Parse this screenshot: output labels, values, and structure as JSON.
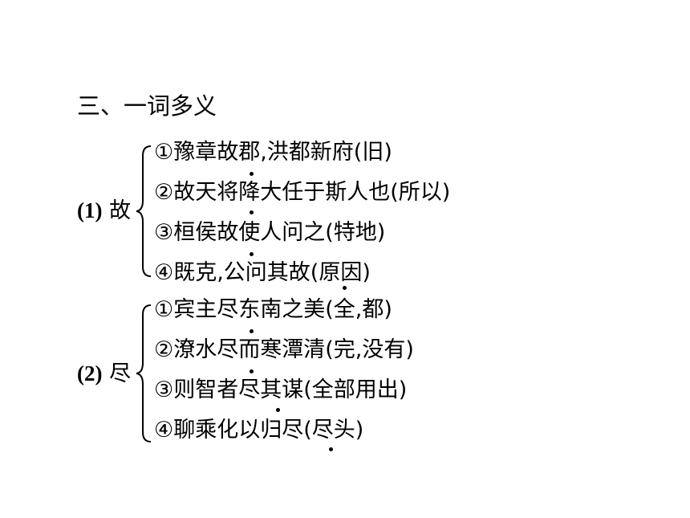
{
  "heading": "三、一词多义",
  "groups": [
    {
      "number": "(1)",
      "word": "故",
      "items": [
        "①豫章故郡,洪都新府(旧)",
        "②故天将降大任于斯人也(所以)",
        "③桓侯故使人问之(特地)",
        "④既克,公问其故(原因)"
      ]
    },
    {
      "number": "(2)",
      "word": "尽",
      "items": [
        "①宾主尽东南之美(全,都)",
        "②潦水尽而寒潭清(完,没有)",
        "③则智者尽其谋(全部用出)",
        "④聊乘化以归尽(尽头)"
      ]
    }
  ]
}
